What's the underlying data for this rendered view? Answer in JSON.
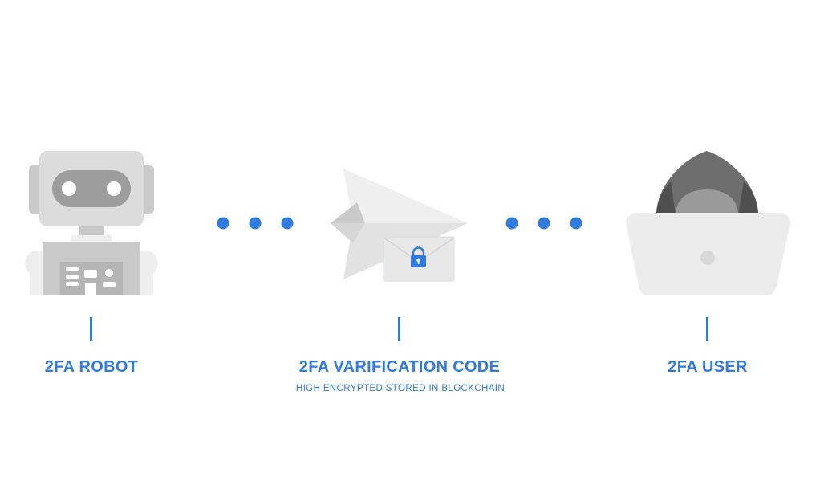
{
  "nodes": [
    {
      "id": "robot",
      "icon": "robot-icon",
      "title": "2FA ROBOT"
    },
    {
      "id": "code",
      "icon": "paper-plane-envelope-icon",
      "title": "2FA VARIFICATION CODE",
      "subtitle": "HIGH ENCRYPTED STORED IN BLOCKCHAIN"
    },
    {
      "id": "user",
      "icon": "hooded-user-laptop-icon",
      "title": "2FA USER"
    }
  ],
  "connectors": [
    {
      "from": "robot",
      "to": "code",
      "style": "three-dots"
    },
    {
      "from": "code",
      "to": "user",
      "style": "three-dots"
    }
  ],
  "colors": {
    "accent": "#2f7be0",
    "illustration_light": "#ececec",
    "illustration_mid": "#bdbdbd",
    "illustration_dark": "#5a5a5a"
  }
}
